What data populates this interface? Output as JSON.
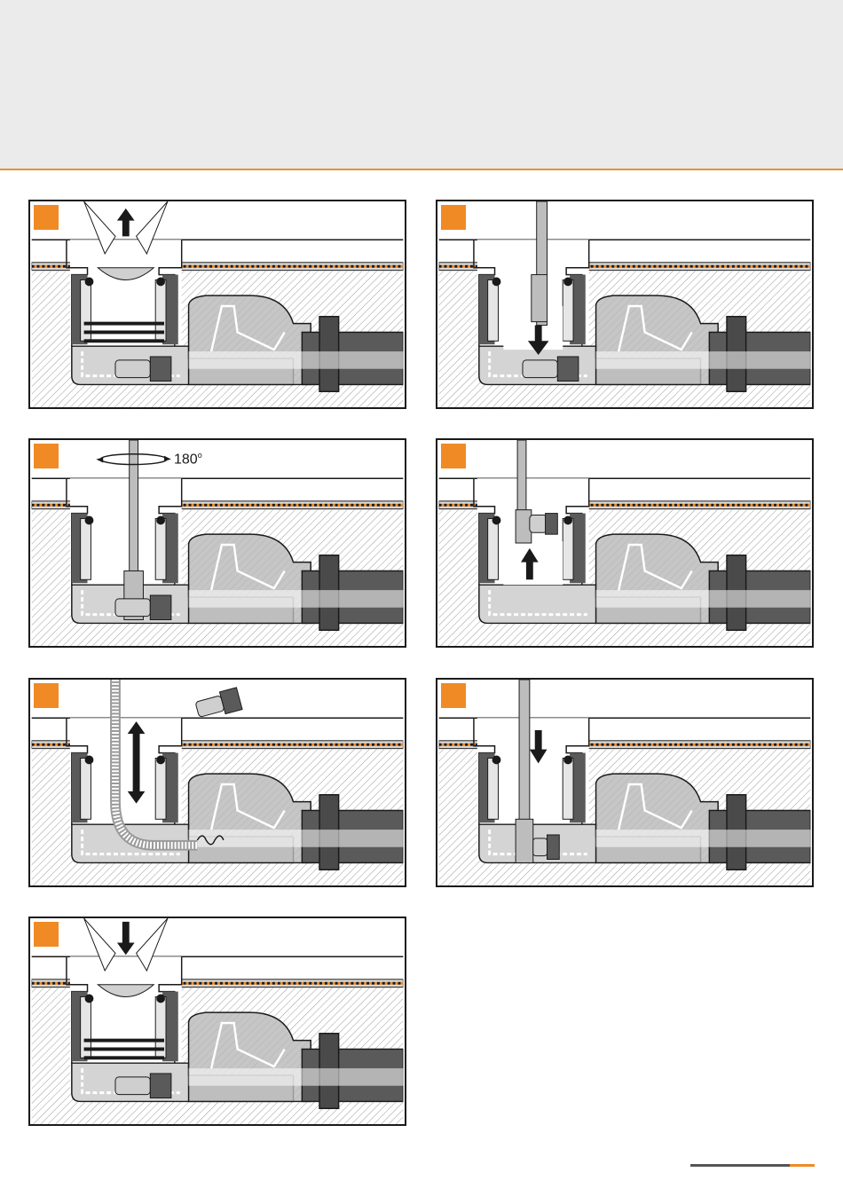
{
  "steps": [
    {
      "id": 1,
      "action": "lift-insert"
    },
    {
      "id": 2,
      "action": "insert-tool"
    },
    {
      "id": 3,
      "action": "rotate-tool",
      "rotation_label": "180",
      "rotation_unit": "o"
    },
    {
      "id": 4,
      "action": "pull-out-plug"
    },
    {
      "id": 5,
      "action": "flush-spiral"
    },
    {
      "id": 6,
      "action": "insert-plug"
    },
    {
      "id": 7,
      "action": "replace-insert"
    }
  ],
  "colors": {
    "accent": "#f08a24",
    "header_bg": "#ebebeb",
    "header_rule": "#e0962e",
    "pipe_dark": "#5a5a5a",
    "housing": "#c8c8c8"
  }
}
